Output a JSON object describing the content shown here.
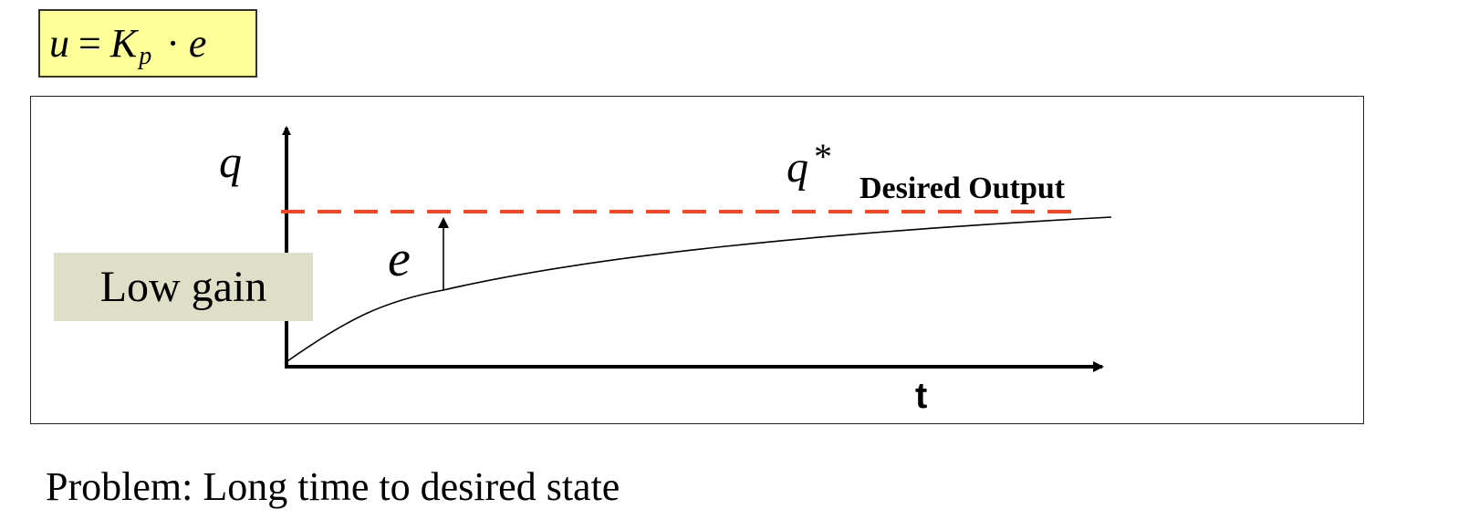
{
  "formula": {
    "u": "u",
    "equals": "=",
    "K": "K",
    "sub": "p",
    "dot": "·",
    "e": "e"
  },
  "diagram": {
    "axis_y_label": "q",
    "axis_x_label": "t",
    "target_symbol": "q",
    "target_star": "*",
    "target_label": "Desired Output",
    "error_label": "e",
    "gain_label": "Low gain",
    "colors": {
      "target_line": "#ff4422",
      "gain_box_bg": "#dfdfc8",
      "formula_bg": "#ffff99"
    }
  },
  "caption": "Problem: Long time to desired state"
}
